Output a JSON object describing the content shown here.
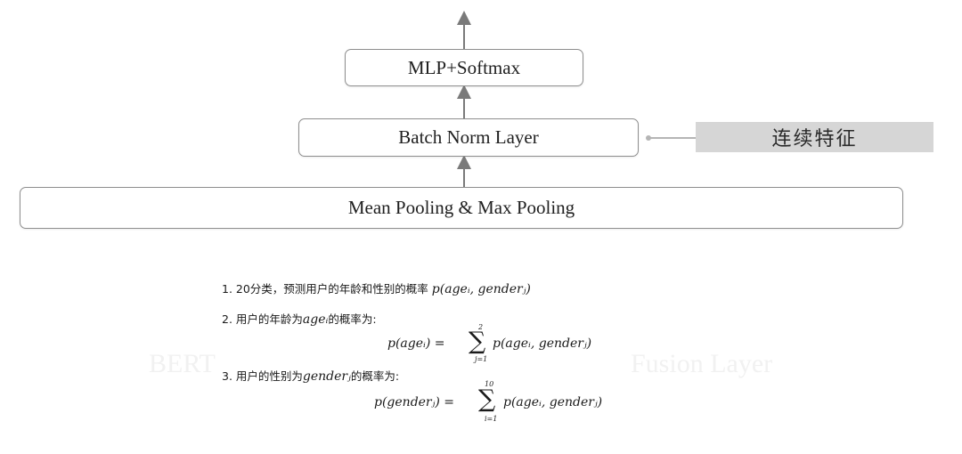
{
  "diagram": {
    "top_box": "MLP+Softmax",
    "middle_box": "Batch Norm Layer",
    "bottom_box": "Mean Pooling & Max Pooling",
    "side_feature": "连续特征"
  },
  "notes": {
    "item1_text": "1. 20分类，预测用户的年龄和性别的概率",
    "item1_formula": "p(ageᵢ, genderⱼ)",
    "item2_text_a": "2. 用户的年龄为",
    "item2_var": "ageᵢ",
    "item2_text_b": "的概率为:",
    "item2_lhs": "p(ageᵢ) =",
    "item2_sum_top": "2",
    "item2_sum_bottom": "j=1",
    "item2_rhs": "p(ageᵢ, genderⱼ)",
    "item3_text_a": "3. 用户的性别为",
    "item3_var": "genderⱼ",
    "item3_text_b": "的概率为:",
    "item3_lhs": "p(genderⱼ) =",
    "item3_sum_top": "10",
    "item3_sum_bottom": "i=1",
    "item3_rhs": "p(ageᵢ, genderⱼ)"
  },
  "background_faint": {
    "left": "BERT",
    "right": "Fusion Layer"
  }
}
